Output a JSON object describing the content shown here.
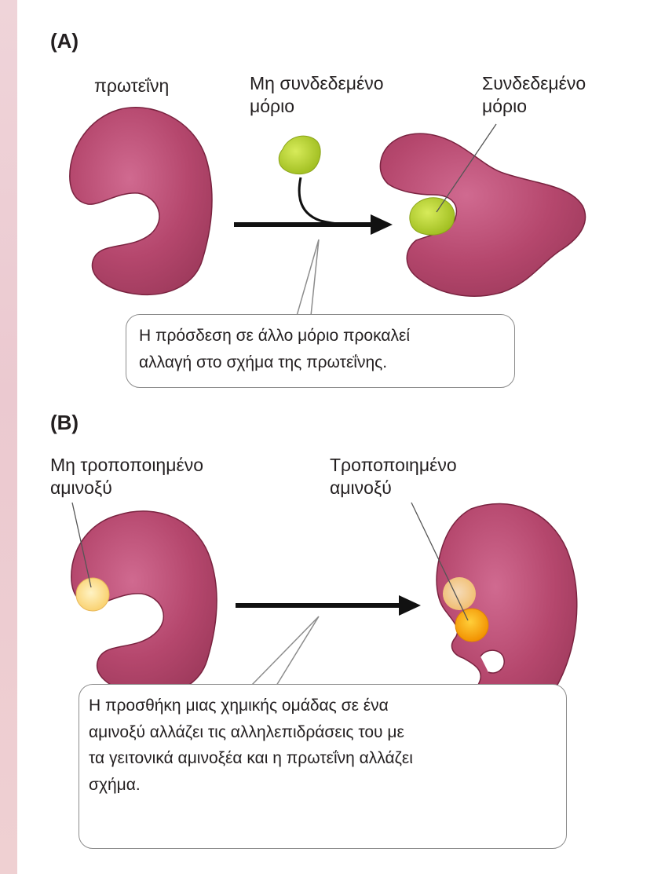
{
  "panels": [
    {
      "label": "(A)",
      "protein_label": "πρωτεΐνη",
      "unbound_label": [
        "Μη συνδεδεμένο",
        "μόριο"
      ],
      "bound_label": [
        "Συνδεδεμένο",
        "μόριο"
      ],
      "caption": [
        "Η πρόσδεση σε άλλο μόριο προκαλεί",
        "αλλαγή στο σχήμα της πρωτεΐνης."
      ]
    },
    {
      "label": "(B)",
      "unmodified_label": [
        "Μη τροποποιημένο",
        "αμινοξύ"
      ],
      "modified_label": [
        "Τροποποιημένο",
        "αμινοξύ"
      ],
      "caption": [
        "Η προσθήκη μιας χημικής ομάδας σε ένα",
        "αμινοξύ αλλάζει τις αλληλεπιδράσεις του με",
        "τα γειτονικά αμινοξέα και η πρωτεΐνη αλλάζει",
        "σχήμα."
      ]
    }
  ],
  "colors": {
    "protein": "#b5476d",
    "protein_outline": "#7a2340",
    "ligand": "#b6d22a",
    "amino_unmodified": "#fde39a",
    "amino_modified": "#ffab00",
    "arrow": "#111111"
  }
}
